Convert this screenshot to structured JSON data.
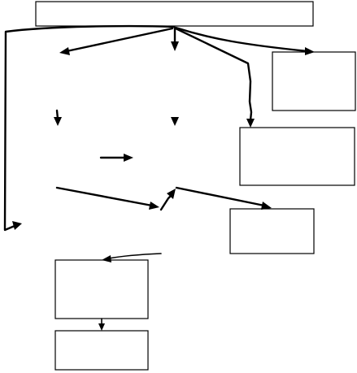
{
  "diagram": {
    "boxes": [
      {
        "id": "top-box",
        "text": ""
      },
      {
        "id": "right-upper-box",
        "text": ""
      },
      {
        "id": "right-middle-box",
        "text": ""
      },
      {
        "id": "right-lower-box",
        "text": ""
      },
      {
        "id": "bottom-upper-box",
        "text": ""
      },
      {
        "id": "bottom-lower-box",
        "text": ""
      }
    ],
    "stroke_color": "#000000",
    "background_color": "#ffffff"
  }
}
